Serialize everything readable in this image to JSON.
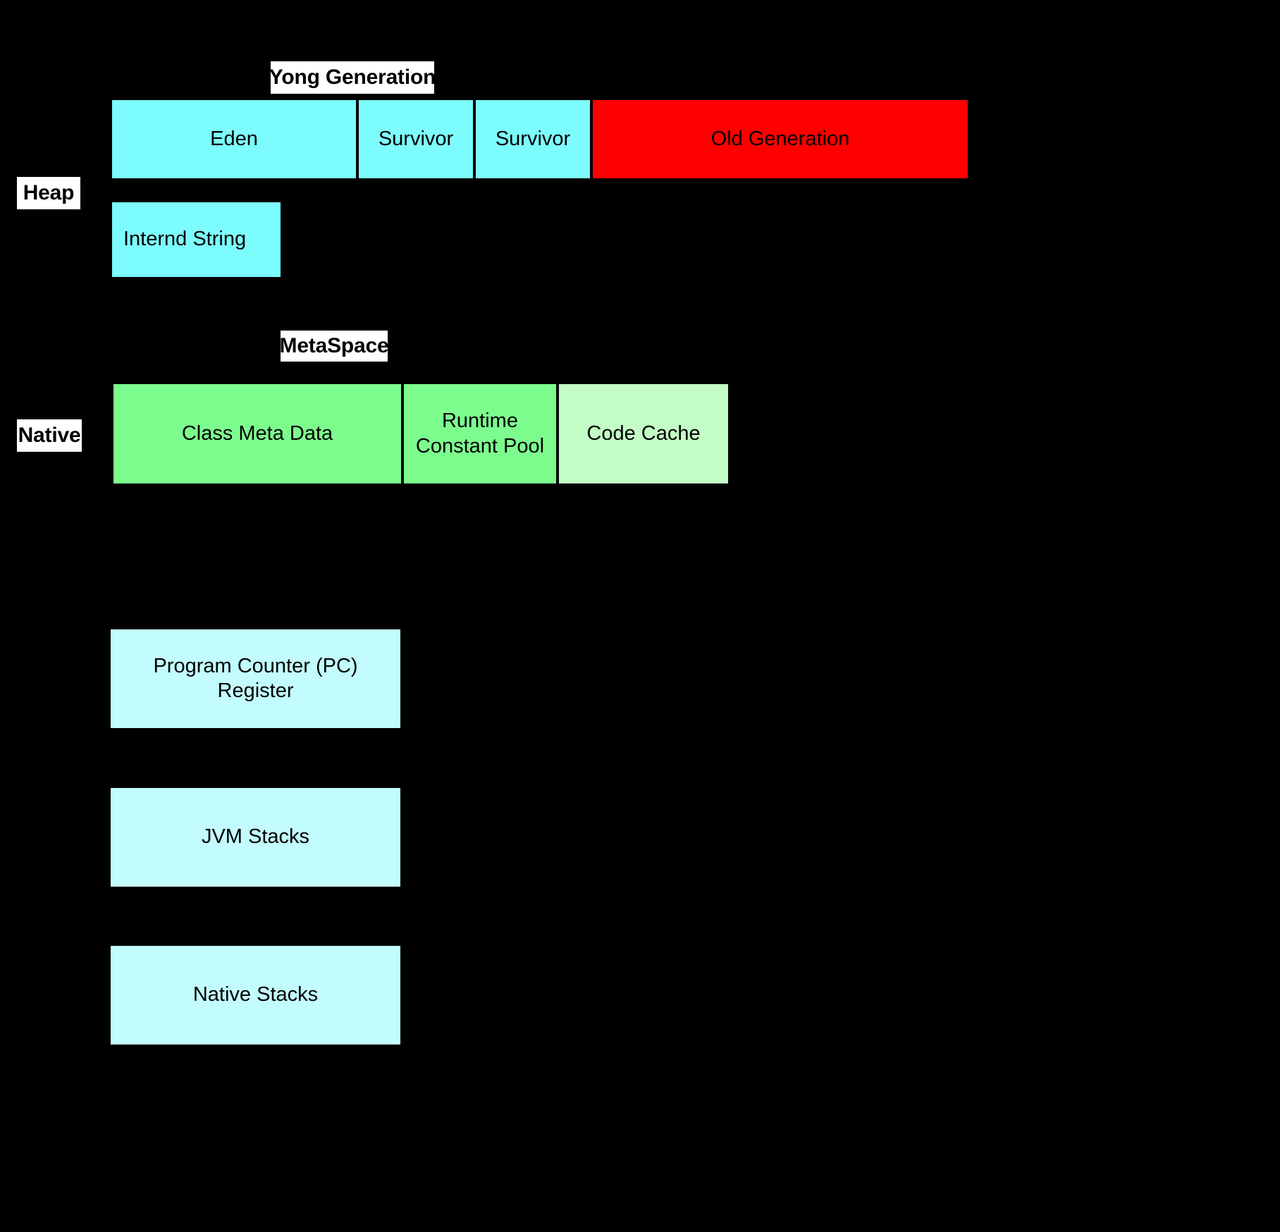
{
  "diagram": {
    "title_hidden": "JVM Memory Structure",
    "background_color": "#000000"
  },
  "captions": {
    "young_generation": "Yong Generation",
    "heap": "Heap",
    "metaspace": "MetaSpace",
    "native": "Native"
  },
  "heap": {
    "regions": [
      {
        "label": "Eden",
        "color": "#7dfcfe"
      },
      {
        "label": "Survivor",
        "color": "#7dfcfe"
      },
      {
        "label": "Survivor",
        "color": "#7dfcfe"
      },
      {
        "label": "Old Generation",
        "color": "#ff0000"
      }
    ],
    "interned_string": {
      "label": "Internd String",
      "color": "#7dfcfe"
    }
  },
  "native": {
    "regions": [
      {
        "label": "Class Meta Data",
        "color": "#7dfc8e"
      },
      {
        "label": "Runtime\nConstant Pool",
        "color": "#7dfc8e"
      },
      {
        "label": "Code Cache",
        "color": "#c3fcc5"
      }
    ]
  },
  "thread_areas": [
    {
      "label": "Program Counter (PC) Register",
      "color": "#c3fcfe"
    },
    {
      "label": "JVM Stacks",
      "color": "#c3fcfe"
    },
    {
      "label": "Native Stacks",
      "color": "#c3fcfe"
    }
  ]
}
